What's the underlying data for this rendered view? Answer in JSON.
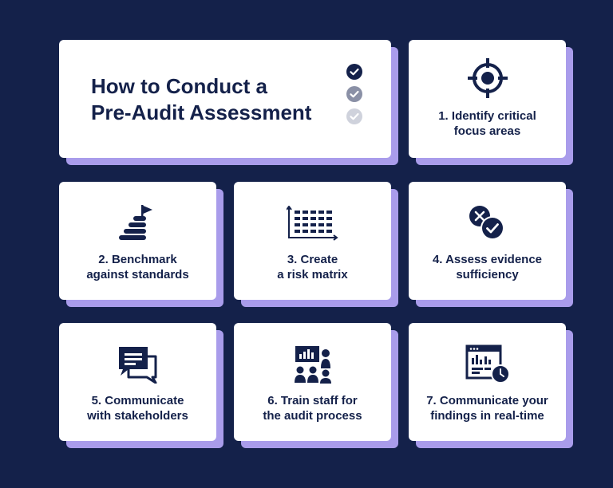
{
  "title": {
    "line1": "How to Conduct a",
    "line2": "Pre-Audit Assessment"
  },
  "steps": [
    {
      "line1": "1. Identify critical",
      "line2": "focus areas",
      "icon": "target-icon"
    },
    {
      "line1": "2. Benchmark",
      "line2": "against standards",
      "icon": "stacked-books-flag-icon"
    },
    {
      "line1": "3. Create",
      "line2": "a risk matrix",
      "icon": "risk-matrix-grid-icon"
    },
    {
      "line1": "4. Assess evidence",
      "line2": "sufficiency",
      "icon": "cross-check-icon"
    },
    {
      "line1": "5. Communicate",
      "line2": "with stakeholders",
      "icon": "chat-bubbles-icon"
    },
    {
      "line1": "6. Train staff for",
      "line2": "the audit process",
      "icon": "presentation-audience-icon"
    },
    {
      "line1": "7. Communicate your",
      "line2": "findings in real-time",
      "icon": "dashboard-clock-icon"
    }
  ],
  "colors": {
    "background": "#14214a",
    "card": "#ffffff",
    "shadow": "#a99ceb",
    "ink": "#14214a"
  }
}
